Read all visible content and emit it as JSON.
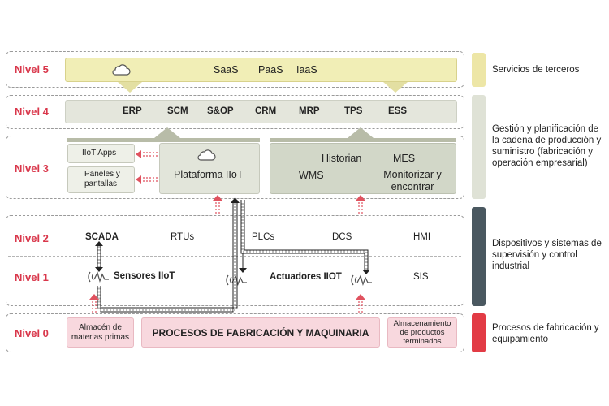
{
  "levels": {
    "l5": "Nivel 5",
    "l4": "Nivel 4",
    "l3": "Nivel 3",
    "l2": "Nivel 2",
    "l1": "Nivel 1",
    "l0": "Nivel 0"
  },
  "level5": {
    "items": [
      "SaaS",
      "PaaS",
      "IaaS"
    ]
  },
  "level4": {
    "items": [
      "ERP",
      "SCM",
      "S&OP",
      "CRM",
      "MRP",
      "TPS",
      "ESS"
    ]
  },
  "level3": {
    "iiot_apps": "IIoT Apps",
    "panels": "Paneles y\npantallas",
    "platform": "Plataforma IIoT",
    "historian": "Historian",
    "mes": "MES",
    "wms": "WMS",
    "monitor": "Monitorizar y\nencontrar"
  },
  "level2": {
    "items": [
      "SCADA",
      "RTUs",
      "PLCs",
      "DCS",
      "HMI"
    ]
  },
  "level1": {
    "sensors": "Sensores IIoT",
    "actuators": "Actuadores IIOT",
    "sis": "SIS"
  },
  "level0": {
    "raw": "Almacén de\nmaterias primas",
    "process": "PROCESOS DE FABRICACIÓN Y MAQUINARIA",
    "finished": "Almacenamiento\nde productos\nterminados"
  },
  "legend": [
    {
      "label": "Servicios de terceros",
      "color": "#ede6a6"
    },
    {
      "label": "Gestión y planificación de\nla cadena de producción y\nsuministro (fabricación y\noperación empresarial)",
      "color": "#dfe2d6"
    },
    {
      "label": "Dispositivos y sistemas de\nsupervisión y control\nindustrial",
      "color": "#4a5860"
    },
    {
      "label": "Procesos de fabricación y\nequipamiento",
      "color": "#e23b45"
    }
  ],
  "colors": {
    "level_label": "#d9374b",
    "saas_bar": "#f1eeb6",
    "mgmt_bar": "#e4e6dc",
    "mgmt_box": "#d2d7c8",
    "process_box": "#f8d8de",
    "arrow_red": "#e0525f"
  },
  "icons": {
    "cloud": "cloud-icon",
    "sensor": "sensor-wave-icon"
  }
}
